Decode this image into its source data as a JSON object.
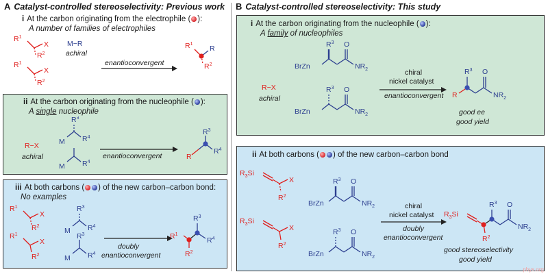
{
  "panel_a": {
    "letter": "A",
    "title": "Catalyst-controlled stereoselectivity: Previous work",
    "i": {
      "num": "i",
      "heading": "At the carbon originating from the electrophile (",
      "heading_end": "):",
      "subheading": "A number of families of electrophiles",
      "reagent": "M−R",
      "reagent_note": "achiral",
      "arrow_label": "enantioconvergent"
    },
    "ii": {
      "num": "ii",
      "heading": "At the carbon originating from the nucleophile (",
      "heading_end": "):",
      "subheading_pre": "A ",
      "subheading_u": "single",
      "subheading_post": " nucleophile",
      "reagent": "R−X",
      "reagent_note": "achiral",
      "arrow_label": "enantioconvergent"
    },
    "iii": {
      "num": "iii",
      "heading": "At both carbons (",
      "heading_end": ") of the new carbon–carbon bond:",
      "subheading": "No examples",
      "arrow_label_1": "doubly",
      "arrow_label_2": "enantioconvergent"
    }
  },
  "panel_b": {
    "letter": "B",
    "title": "Catalyst-controlled stereoselectivity: This study",
    "i": {
      "num": "i",
      "heading": "At the carbon originating from the nucleophile (",
      "heading_end": "):",
      "subheading_pre": "A ",
      "subheading_u": "family",
      "subheading_post": " of nucleophiles",
      "reagent": "R−X",
      "reagent_note": "achiral",
      "arrow_top_1": "chiral",
      "arrow_top_2": "nickel catalyst",
      "arrow_bottom": "enantioconvergent",
      "result_1": "good ee",
      "result_2": "good yield"
    },
    "ii": {
      "num": "ii",
      "heading": "At both carbons (",
      "heading_end": ") of the new carbon–carbon bond",
      "arrow_top_1": "chiral",
      "arrow_top_2": "nickel catalyst",
      "arrow_bottom_1": "doubly",
      "arrow_bottom_2": "enantioconvergent",
      "result_1": "good stereoselectivity",
      "result_2": "good yield"
    }
  },
  "labels": {
    "R1": "R",
    "R2": "R",
    "R3": "R",
    "R4": "R",
    "R": "R",
    "X": "X",
    "M": "M",
    "O": "O",
    "NR2": "NR",
    "BrZn": "BrZn",
    "R3Si": "R",
    "Si": "Si",
    "one": "1",
    "two": "2",
    "three": "3",
    "four": "4"
  },
  "watermark": "phys.org",
  "colors": {
    "electrophile": "#e0201e",
    "nucleophile": "#2c3e8f",
    "green_panel": "#cfe7d6",
    "blue_panel": "#cce6f5"
  }
}
